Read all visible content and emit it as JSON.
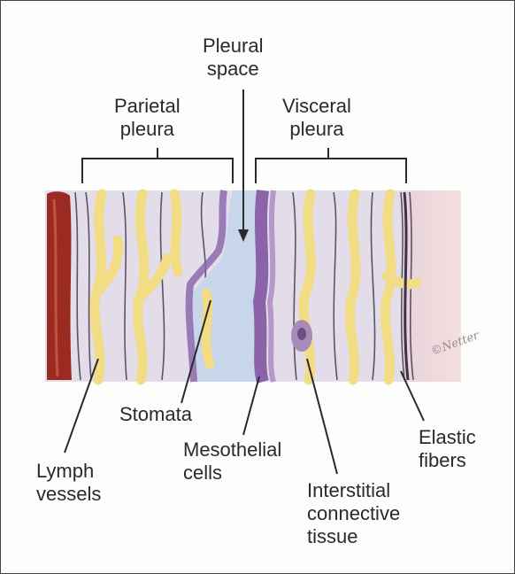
{
  "labels": {
    "pleural_space": [
      "Pleural",
      "space"
    ],
    "parietal_pleura": [
      "Parietal",
      "pleura"
    ],
    "visceral_pleura": [
      "Visceral",
      "pleura"
    ],
    "stomata": [
      "Stomata"
    ],
    "lymph_vessels": [
      "Lymph",
      "vessels"
    ],
    "mesothelial_cells": [
      "Mesothelial",
      "cells"
    ],
    "elastic_fibers": [
      "Elastic",
      "fibers"
    ],
    "interstitial_connective_tissue": [
      "Interstitial",
      "connective",
      "tissue"
    ]
  },
  "signature": "©Netter",
  "colors": {
    "muscle": "#9b2a22",
    "pleural_space": "#c7d6ea",
    "mesothelium": "#8a63a8",
    "lymph_vessel": "#f3dc86",
    "tissue": "#d9d3e2",
    "lung_side": "#ead0d3",
    "leader_line": "#2a2a2a"
  }
}
